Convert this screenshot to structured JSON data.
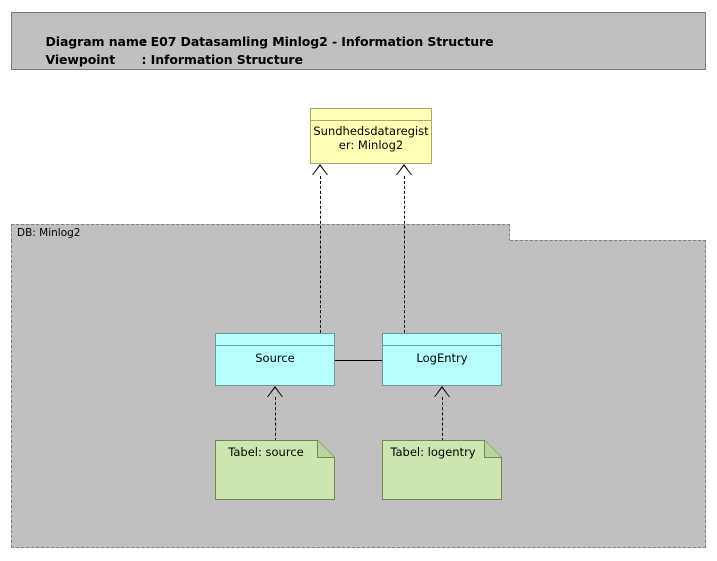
{
  "header": {
    "line1_key": "Diagram name",
    "line1_sep": ": ",
    "line1_value": "E07 Datasamling Minlog2 - Information Structure",
    "line2_key": "Viewpoint",
    "line2_sep": ": ",
    "line2_value": "Information Structure"
  },
  "grouping": {
    "label": "DB: Minlog2"
  },
  "nodes": {
    "business_object": {
      "label": "Sundhedsdataregister: Minlog2",
      "type": "business-object",
      "color": "#ffffb5"
    },
    "data_source": {
      "label": "Source",
      "type": "data-object",
      "color": "#b5ffff"
    },
    "data_logentry": {
      "label": "LogEntry",
      "type": "data-object",
      "color": "#b5ffff"
    },
    "artifact_source": {
      "label": "Tabel: source",
      "type": "artifact",
      "color": "#cde6b0"
    },
    "artifact_logentry": {
      "label": "Tabel: logentry",
      "type": "artifact",
      "color": "#cde6b0"
    }
  },
  "relations": [
    {
      "name": "source-realizes-business-object",
      "type": "realization",
      "from": "Source",
      "to": "Sundhedsdataregister: Minlog2"
    },
    {
      "name": "logentry-realizes-business-object",
      "type": "realization",
      "from": "LogEntry",
      "to": "Sundhedsdataregister: Minlog2"
    },
    {
      "name": "source-association-logentry",
      "type": "association",
      "from": "Source",
      "to": "LogEntry"
    },
    {
      "name": "tabel-source-realizes-source",
      "type": "realization",
      "from": "Tabel: source",
      "to": "Source"
    },
    {
      "name": "tabel-logentry-realizes-logentry",
      "type": "realization",
      "from": "Tabel: logentry",
      "to": "LogEntry"
    }
  ],
  "colors": {
    "canvas": "#ffffff",
    "group_fill": "#c0c0c0",
    "group_border": "#808080",
    "header_fill": "#c0c0c0",
    "header_border": "#7b7b7b",
    "business_object": "#ffffb5",
    "data_object": "#b5ffff",
    "artifact": "#cde6b0",
    "line": "#000000"
  }
}
